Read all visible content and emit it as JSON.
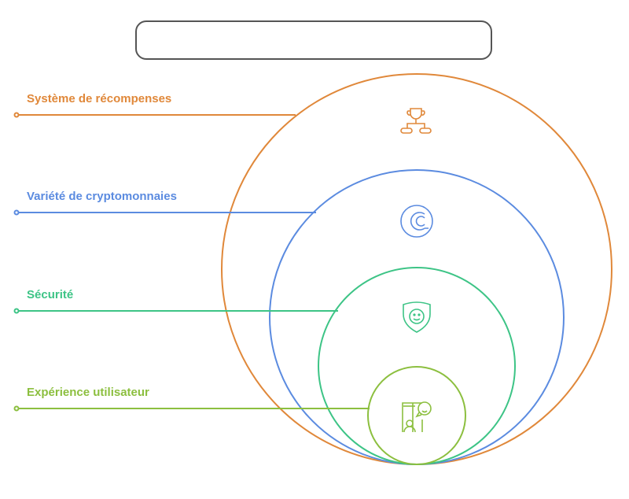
{
  "title": "",
  "colors": {
    "rewards": "#E0883A",
    "crypto": "#5B8BE0",
    "security": "#3DC486",
    "ux": "#8CBF3F"
  },
  "layers": [
    {
      "label": "Système de récompenses",
      "icon": "trophy-hierarchy-icon"
    },
    {
      "label": "Variété de cryptomonnaies",
      "icon": "crypto-coin-icon"
    },
    {
      "label": "Sécurité",
      "icon": "shield-face-icon"
    },
    {
      "label": "Expérience utilisateur",
      "icon": "user-feedback-icon"
    }
  ]
}
